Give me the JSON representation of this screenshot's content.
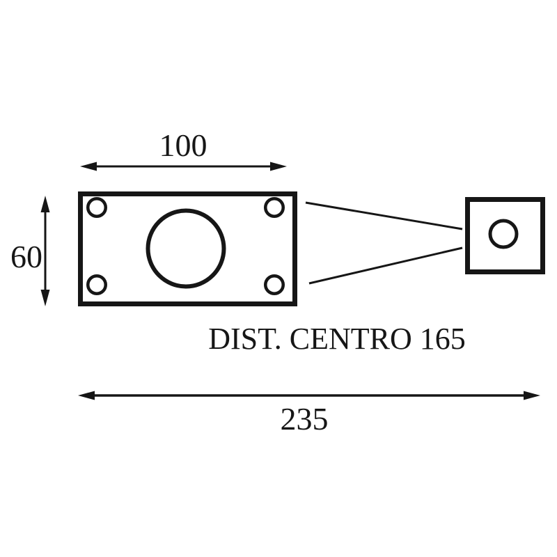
{
  "drawing": {
    "type": "technical-dimension-drawing",
    "labels": {
      "hole_spacing_width": "100",
      "plate_height": "60",
      "center_distance_note": "DIST. CENTRO 165",
      "total_length": "235"
    },
    "colors": {
      "ink": "#161616",
      "background": "#ffffff"
    }
  }
}
